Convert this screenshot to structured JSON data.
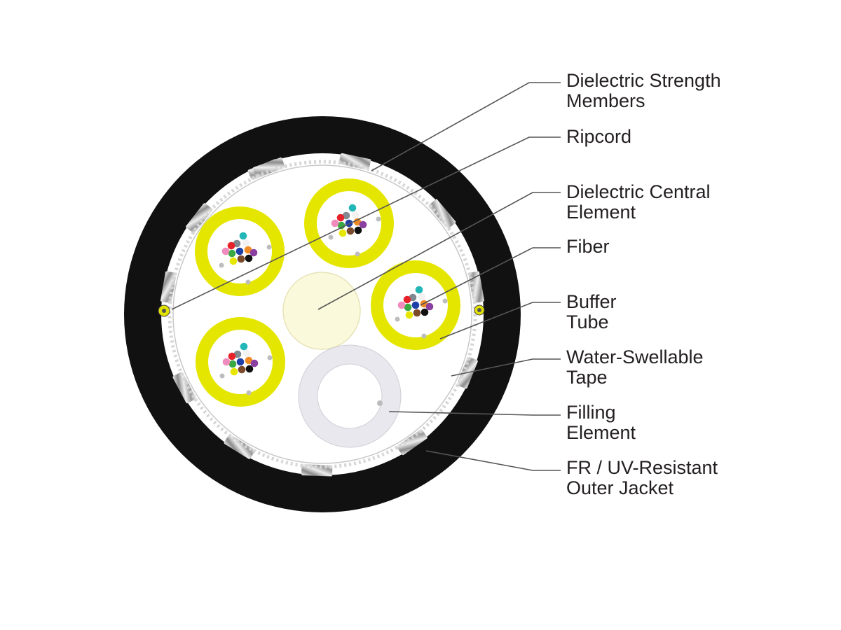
{
  "labels": [
    {
      "id": "strength",
      "lines": [
        "Dielectric Strength",
        "Members"
      ]
    },
    {
      "id": "ripcord",
      "lines": [
        "Ripcord"
      ]
    },
    {
      "id": "central",
      "lines": [
        "Dielectric Central",
        "Element"
      ]
    },
    {
      "id": "fiber",
      "lines": [
        "Fiber"
      ]
    },
    {
      "id": "buffer",
      "lines": [
        "Buffer",
        "Tube"
      ]
    },
    {
      "id": "tape",
      "lines": [
        "Water-Swellable",
        "Tape"
      ]
    },
    {
      "id": "filling",
      "lines": [
        "Filling",
        "Element"
      ]
    },
    {
      "id": "jacket",
      "lines": [
        "FR / UV-Resistant",
        "Outer Jacket"
      ]
    }
  ],
  "colors": {
    "jacket": "#111111",
    "buffer_tube": "#e5e600",
    "central_element": "#fbf9dc",
    "filling_element": "#e8e8ee",
    "leader_line": "#555555",
    "fiber_colors": [
      "#1f3fa8",
      "#f08a24",
      "#3aa843",
      "#7a4a2a",
      "#808a90",
      "#f2f2f2",
      "#e8222a",
      "#111111",
      "#e6e600",
      "#8b3fa0",
      "#f08bbd",
      "#22b6b6"
    ]
  }
}
